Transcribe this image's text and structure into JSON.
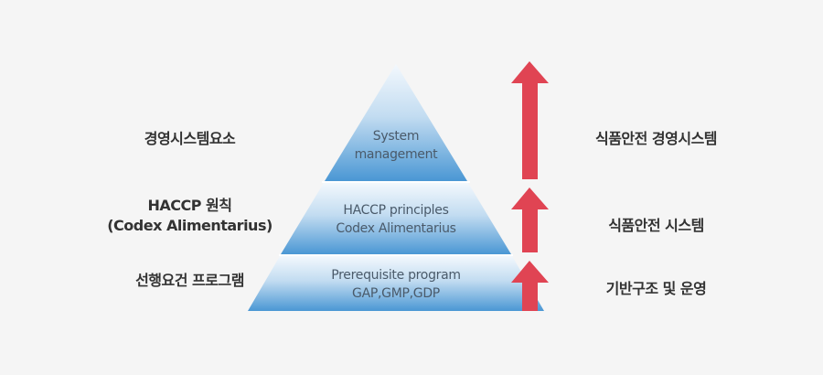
{
  "left_labels": [
    {
      "text": "경영시스템요소"
    },
    {
      "line1": "HACCP 원칙",
      "line2": "(Codex Alimentarius)"
    },
    {
      "text": "선행요건 프로그램"
    }
  ],
  "pyramid_levels": [
    {
      "line1": "System",
      "line2": "management"
    },
    {
      "line1": "HACCP principles",
      "line2": "Codex Alimentarius"
    },
    {
      "line1": "Prerequisite program",
      "line2": "GAP,GMP,GDP"
    }
  ],
  "right_labels": [
    {
      "text": "식품안전 경영시스템"
    },
    {
      "text": "식품안전 시스템"
    },
    {
      "text": "기반구조 및 운영"
    }
  ],
  "colors": {
    "background": "#f5f5f5",
    "arrow": "#e04453",
    "pyramid_top": "#f0f6fc",
    "pyramid_bottom": "#4a97d4",
    "level_text": "#4a5a6a",
    "label_text": "#333333"
  }
}
